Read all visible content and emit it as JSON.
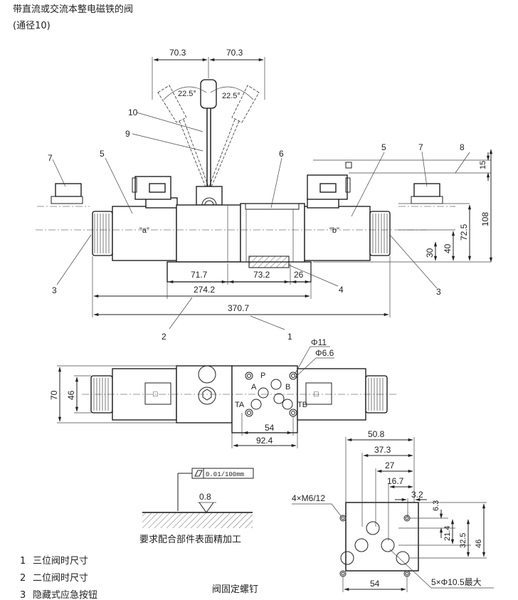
{
  "header": {
    "title": "带直流或交流本整电磁铁的阀",
    "subtitle": "(通径10)"
  },
  "front_view": {
    "dims": {
      "lever_left": "70.3",
      "lever_right": "70.3",
      "angle_left": "22.5°",
      "angle_right": "22.5°",
      "d_71_7": "71.7",
      "d_73_2": "73.2",
      "d_26": "26",
      "d_274_2": "274.2",
      "d_370_7": "370.7",
      "d_15": "15",
      "d_108": "108",
      "d_72_5": "72.5",
      "d_40": "40",
      "d_30": "30"
    },
    "solenoid_a": "\"a\"",
    "solenoid_b": "\"b\"",
    "callouts": {
      "c10": "10",
      "c9": "9",
      "c7l": "7",
      "c5l": "5",
      "c6": "6",
      "c5r": "5",
      "c7r": "7",
      "c8": "8",
      "c3l": "3",
      "c3r": "3",
      "c4": "4",
      "c2": "2",
      "c1": "1"
    }
  },
  "top_view": {
    "dims": {
      "phi11": "Φ11",
      "phi6_6": "Φ6.6",
      "d70": "70",
      "d46": "46",
      "d54": "54",
      "d92_4": "92.4"
    },
    "ports": {
      "P": "P",
      "A": "A",
      "B": "B",
      "TA": "TA",
      "TB": "TB"
    }
  },
  "surface": {
    "tolerance": "0.01/100mm",
    "roughness": "0.8",
    "note": "要求配合部件表面精加工"
  },
  "pattern": {
    "dims": {
      "d50_8": "50.8",
      "d37_3": "37.3",
      "d27": "27",
      "d16_7": "16.7",
      "d3_2": "3.2",
      "d6_3": "6.3",
      "d21_4": "21.4",
      "d32_5": "32.5",
      "d46": "46",
      "d54": "54"
    },
    "thread": "4×M6/12",
    "holes": "5×Φ10.5最大",
    "caption": "阀固定螺钉"
  },
  "legend": [
    {
      "num": "1",
      "text": "三位阀时尺寸"
    },
    {
      "num": "2",
      "text": "二位阀时尺寸"
    },
    {
      "num": "3",
      "text": "隐藏式应急按钮"
    }
  ]
}
